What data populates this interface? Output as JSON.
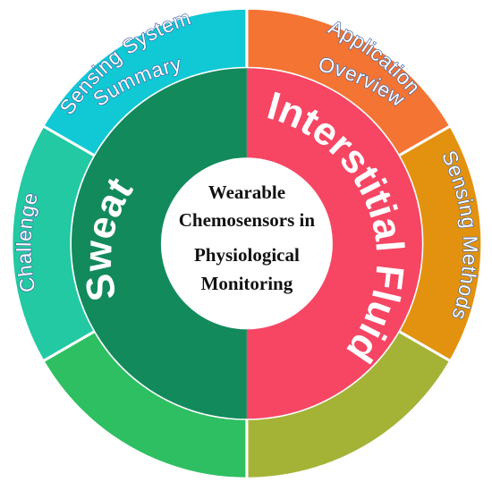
{
  "center": {
    "lines": [
      "Wearable",
      "Chemosensors in",
      "Physiological",
      "Monitoring"
    ]
  },
  "inner_ring": [
    {
      "label": "Sweat",
      "color": "#128a5c"
    },
    {
      "label": "Interstitial Fluid",
      "color": "#f64664"
    }
  ],
  "outer_ring": [
    {
      "label": "Overview",
      "color": "#f47434"
    },
    {
      "label": "Sensing Methods",
      "color": "#e2920e"
    },
    {
      "label": "Sensing System",
      "color": "#a4b336"
    },
    {
      "label": "Application",
      "color": "#2ebf62"
    },
    {
      "label": "Challenge",
      "color": "#22c9a2"
    },
    {
      "label": "Summary",
      "color": "#10c9d5"
    }
  ]
}
